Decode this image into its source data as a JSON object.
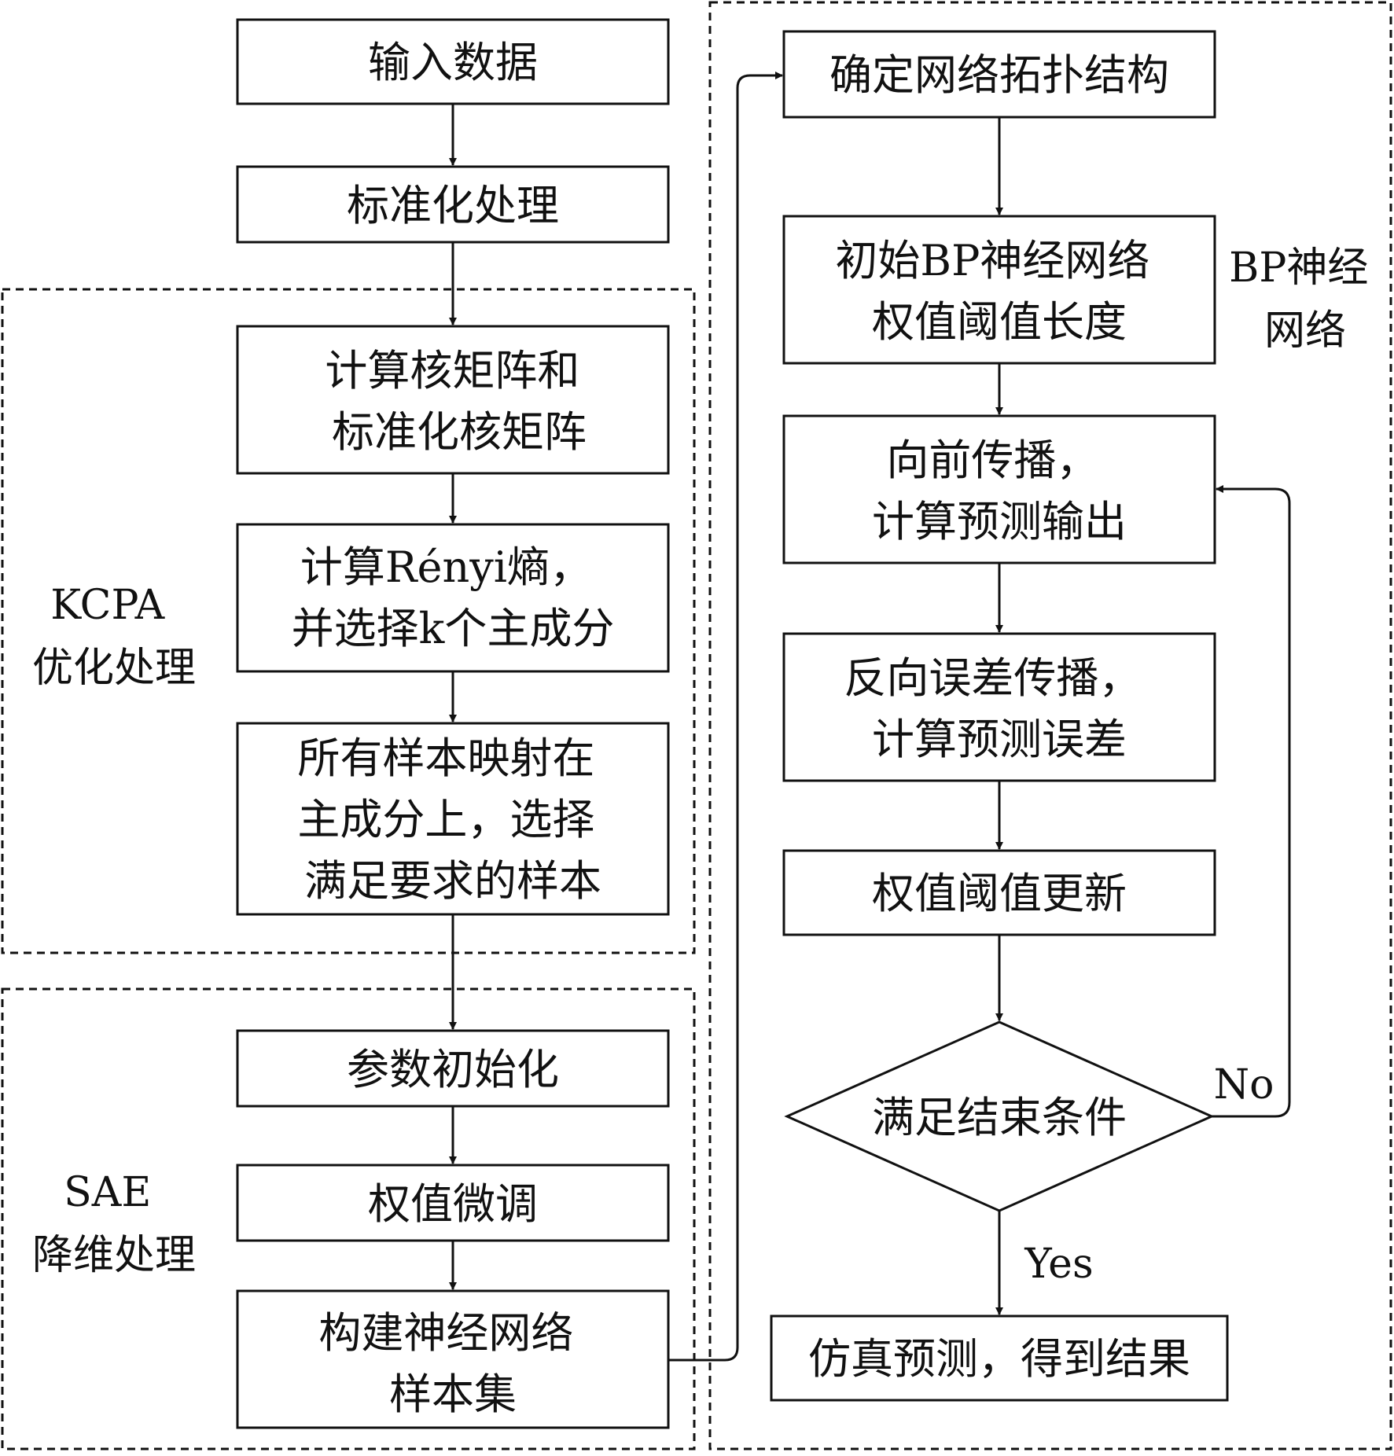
{
  "nodes": {
    "input": [
      "输入数据"
    ],
    "standardize": [
      "标准化处理"
    ],
    "kernel": [
      "计算核矩阵和",
      "标准化核矩阵"
    ],
    "renyi": [
      "计算Rényi熵，",
      "并选择k个主成分"
    ],
    "map": [
      "所有样本映射在",
      "主成分上，选择",
      "满足要求的样本"
    ],
    "param_init": [
      "参数初始化"
    ],
    "finetune": [
      "权值微调"
    ],
    "build": [
      "构建神经网络",
      "样本集"
    ],
    "topology": [
      "确定网络拓扑结构"
    ],
    "bp_init": [
      "初始BP神经网络",
      "权值阈值长度"
    ],
    "forward": [
      "向前传播，",
      "计算预测输出"
    ],
    "backward": [
      "反向误差传播，",
      "计算预测误差"
    ],
    "update": [
      "权值阈值更新"
    ],
    "condition": [
      "满足结束条件"
    ],
    "result": [
      "仿真预测，得到结果"
    ]
  },
  "groups": {
    "kcpa": [
      "KCPA",
      "优化处理"
    ],
    "sae": [
      "SAE",
      "降维处理"
    ],
    "bp": [
      "BP神经",
      "网络"
    ]
  },
  "edge_labels": {
    "no": "No",
    "yes": "Yes"
  }
}
